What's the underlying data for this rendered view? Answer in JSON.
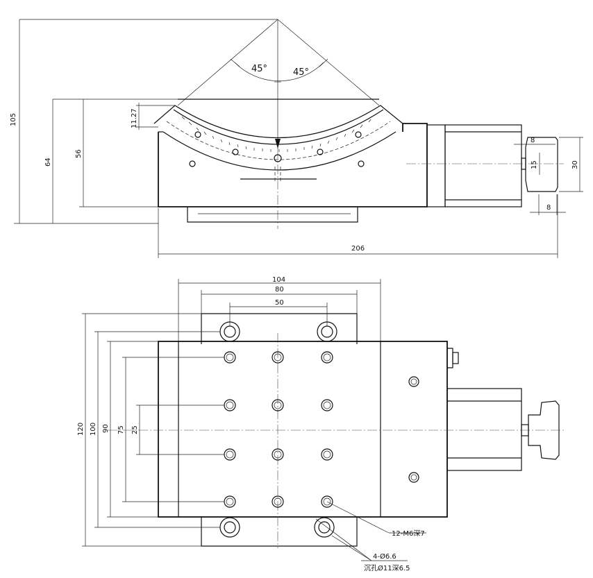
{
  "front_view": {
    "angle_left": "45°",
    "angle_right": "45°",
    "dim_overall_height": "105",
    "dim_base_height": "64",
    "dim_body_height": "56",
    "dim_arc_offset": "11.27",
    "dim_knob_width": "8",
    "dim_knob_height": "15",
    "dim_motor_height": "30",
    "dim_knob_depth": "8",
    "dim_overall_length": "206"
  },
  "top_view": {
    "dim_width_104": "104",
    "dim_width_80": "80",
    "dim_width_50": "50",
    "dim_height_120": "120",
    "dim_height_100": "100",
    "dim_height_90": "90",
    "dim_height_75": "75",
    "dim_height_25": "25",
    "note_thread": "12-M6深7",
    "note_holes": "4-Ø6.6",
    "note_counterbore": "沉孔Ø11深6.5"
  }
}
